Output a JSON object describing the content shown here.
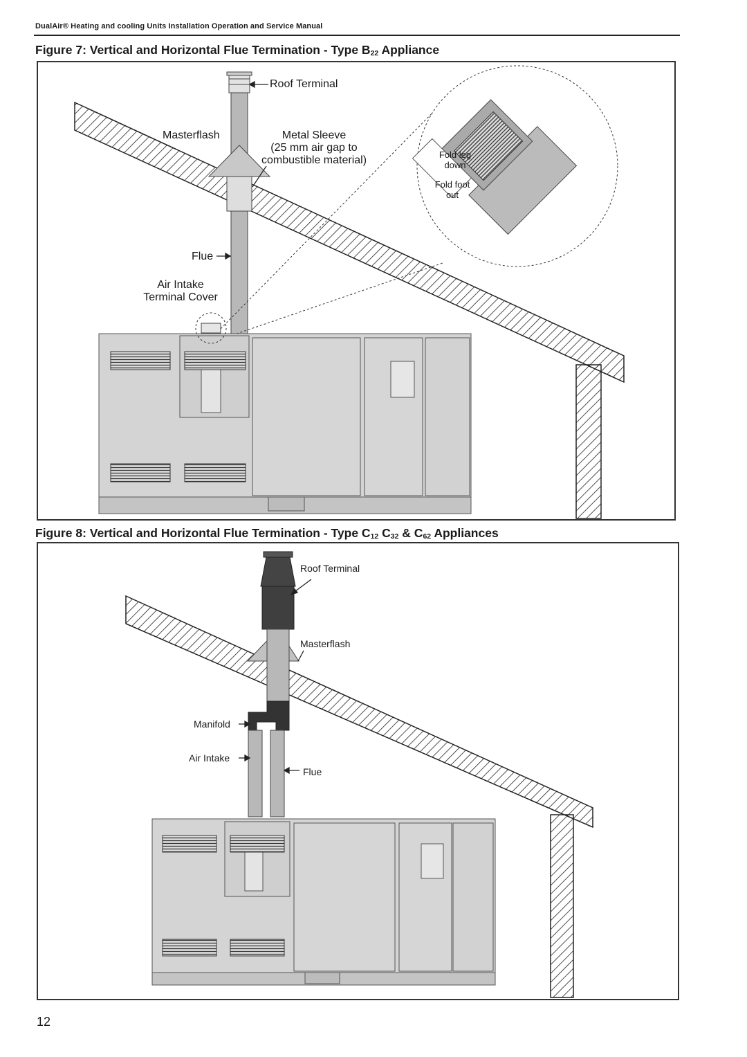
{
  "header": {
    "title": "DualAir® Heating and cooling Units Installation Operation and Service Manual"
  },
  "figure7": {
    "title_prefix": "Figure 7: Vertical and Horizontal Flue Termination - Type B",
    "title_sub": "22",
    "title_suffix": " Appliance",
    "labels": {
      "roof_terminal": "Roof Terminal",
      "masterflash": "Masterflash",
      "metal_sleeve_line1": "Metal Sleeve",
      "metal_sleeve_line2": "(25 mm air gap to",
      "metal_sleeve_line3": "combustible material)",
      "flue": "Flue",
      "air_intake_line1": "Air Intake",
      "air_intake_line2": "Terminal Cover",
      "fold_leg_line1": "Fold leg",
      "fold_leg_line2": "down",
      "fold_foot_line1": "Fold foot",
      "fold_foot_line2": "out"
    }
  },
  "figure8": {
    "title_prefix": "Figure 8: Vertical and Horizontal Flue Termination - Type C",
    "title_sub1": "12",
    "title_mid1": " C",
    "title_sub2": "32",
    "title_mid2": " & C",
    "title_sub3": "62",
    "title_suffix": " Appliances",
    "labels": {
      "roof_terminal": "Roof Terminal",
      "masterflash": "Masterflash",
      "manifold": "Manifold",
      "air_intake": "Air Intake",
      "flue": "Flue"
    }
  },
  "page_number": "12",
  "colors": {
    "unit_fill": "#d4d4d4",
    "unit_stroke": "#555555",
    "roof_hatch": "#222222",
    "flue_pipe": "#b8b8b8",
    "manifold_dark": "#3a3a3a"
  }
}
